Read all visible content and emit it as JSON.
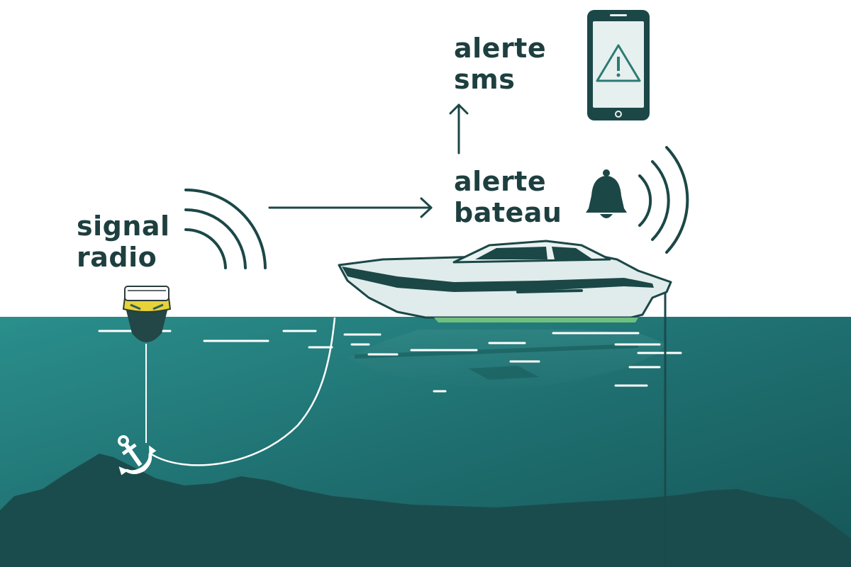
{
  "labels": {
    "signal_radio": {
      "line1": "signal",
      "line2": "radio"
    },
    "alerte_bateau": {
      "line1": "alerte",
      "line2": "bateau"
    },
    "alerte_sms": {
      "line1": "alerte",
      "line2": "sms"
    }
  },
  "icons": {
    "phone": "smartphone-icon",
    "warning": "warning-triangle-icon",
    "bell": "bell-icon",
    "radio_waves": "radio-waves-icon",
    "anchor": "anchor-icon",
    "buoy": "buoy-icon",
    "boat": "boat-icon"
  },
  "colors": {
    "text": "#1e3f3f",
    "sea_surface": "#1f6f6f",
    "sea_deep": "#155555",
    "seabed": "#1b4a4b",
    "buoy_yellow": "#e8d23a",
    "boat_hull": "#dfeceb",
    "boat_stripe": "#1c4747",
    "waterline_green": "#6fbf80",
    "white": "#ffffff"
  }
}
